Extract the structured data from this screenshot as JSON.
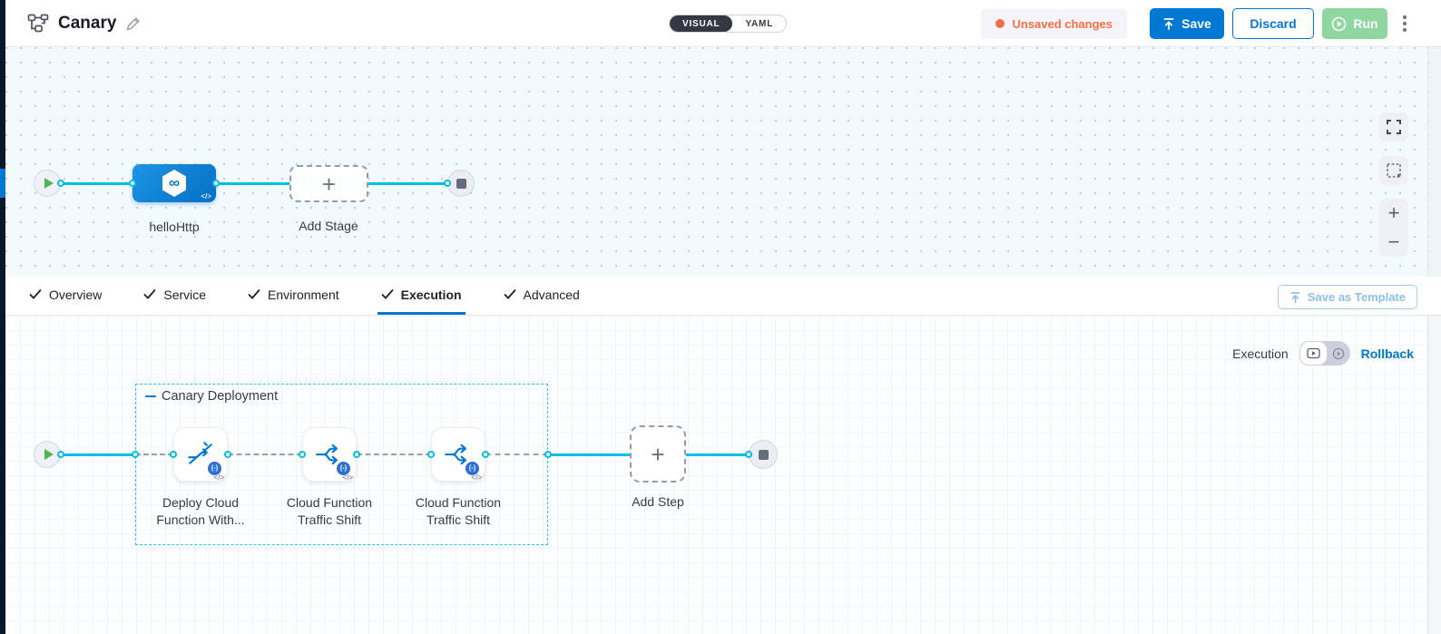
{
  "header": {
    "title": "Canary",
    "mode_toggle": {
      "visual": "VISUAL",
      "yaml": "YAML"
    },
    "unsaved_label": "Unsaved changes",
    "save_label": "Save",
    "discard_label": "Discard",
    "run_label": "Run"
  },
  "stage_canvas": {
    "stage_name": "helloHttp",
    "stage_icon_glyph": "∞",
    "stage_code_glyph": "</>",
    "add_stage_label": "Add Stage"
  },
  "tabs": {
    "items": [
      {
        "label": "Overview"
      },
      {
        "label": "Service"
      },
      {
        "label": "Environment"
      },
      {
        "label": "Execution"
      },
      {
        "label": "Advanced"
      }
    ],
    "active": "Execution",
    "save_as_template_label": "Save as Template"
  },
  "execution": {
    "mode_label": "Execution",
    "rollback_label": "Rollback",
    "group_title": "Canary Deployment",
    "steps": [
      {
        "line1": "Deploy Cloud",
        "line2": "Function With...",
        "badge": "{-}",
        "code": "</>"
      },
      {
        "line1": "Cloud Function",
        "line2": "Traffic Shift",
        "badge": "{-}",
        "code": "</>"
      },
      {
        "line1": "Cloud Function",
        "line2": "Traffic Shift",
        "badge": "{-}",
        "code": "</>"
      }
    ],
    "add_step_label": "Add Step"
  },
  "colors": {
    "accent": "#0278d5",
    "connector": "#00bfe7",
    "unsaved_orange": "#f96e43",
    "run_green": "#8fd6a0",
    "stage_gradient_start": "#1e95e6",
    "stage_gradient_end": "#046fc4"
  }
}
